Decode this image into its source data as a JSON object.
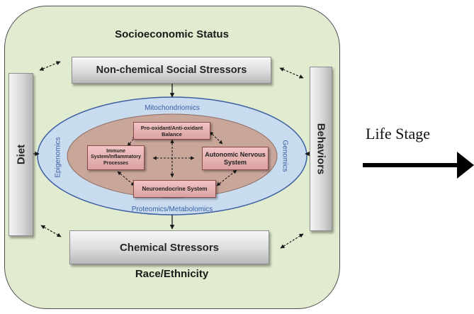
{
  "outer": {
    "top_label": "Socioeconomic Status",
    "bottom_label": "Race/Ethnicity"
  },
  "stressors": {
    "social": "Non-chemical Social Stressors",
    "chemical": "Chemical Stressors",
    "diet": "Diet",
    "behaviors": "Behaviors"
  },
  "omics": {
    "top": "Mitochondriomics",
    "bottom": "Proteomics/Metabolomics",
    "left": "Epigenomics",
    "right": "Genomics"
  },
  "processes": {
    "oxidant": "Pro-oxidant/Anti-oxidant Balance",
    "immune": "Immune System/Inflammatory Processes",
    "autonomic": "Autonomic Nervous System",
    "neuroendocrine": "Neuroendocrine System"
  },
  "timeline": {
    "label": "Life Stage"
  }
}
